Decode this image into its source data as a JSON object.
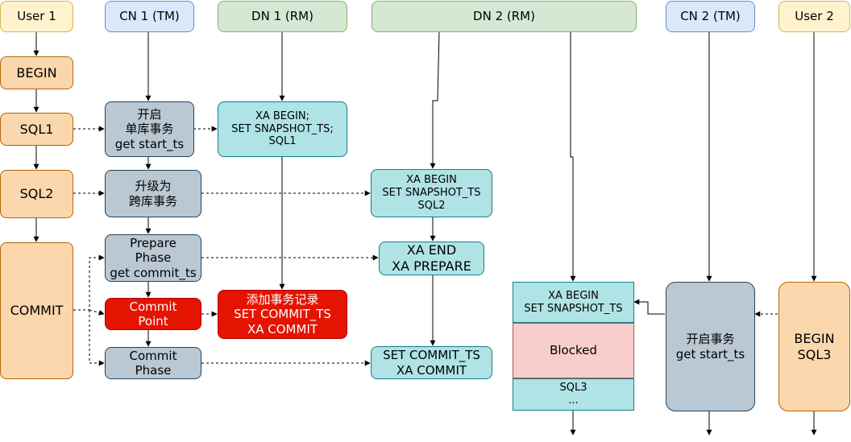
{
  "headers": {
    "user1": "User 1",
    "cn1": "CN 1 (TM)",
    "dn1": "DN 1 (RM)",
    "dn2": "DN 2 (RM)",
    "cn2": "CN 2 (TM)",
    "user2": "User 2"
  },
  "user1": {
    "begin": "BEGIN",
    "sql1": "SQL1",
    "sql2": "SQL2",
    "commit": "COMMIT"
  },
  "cn1": {
    "start_local": "开启\n单库事务\nget start_ts",
    "upgrade": "升级为\n跨库事务",
    "prepare": "Prepare\nPhase\nget commit_ts",
    "commit_point": "Commit\nPoint",
    "commit_phase": "Commit\nPhase"
  },
  "dn1": {
    "xa_begin": "XA BEGIN;\nSET SNAPSHOT_TS;\nSQL1",
    "commit_record": "添加事务记录\nSET COMMIT_TS\nXA COMMIT"
  },
  "dn2": {
    "xa_begin": "XA BEGIN\nSET SNAPSHOT_TS\nSQL2",
    "prepare": "XA END\nXA PREPARE",
    "commit": "SET COMMIT_TS\nXA COMMIT",
    "t2_begin": "XA BEGIN\nSET SNAPSHOT_TS",
    "blocked": "Blocked",
    "t2_sql": "SQL3\n..."
  },
  "cn2": {
    "start": "开启事务\nget start_ts"
  },
  "user2": {
    "begin_sql3": "BEGIN\nSQL3"
  }
}
